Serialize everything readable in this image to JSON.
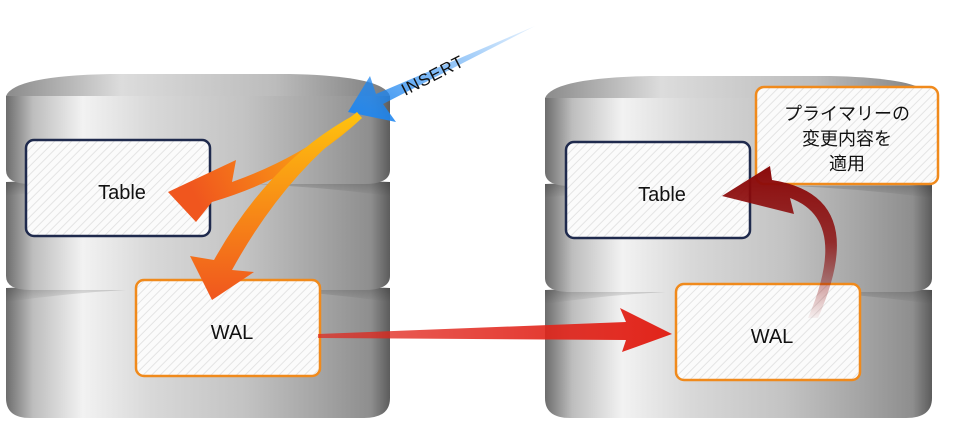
{
  "primary": {
    "table_label": "Table",
    "wal_label": "WAL",
    "insert_label": "INSERT"
  },
  "standby": {
    "table_label": "Table",
    "wal_label": "WAL",
    "note_lines": [
      "プライマリーの",
      "変更内容を",
      "適用"
    ]
  },
  "colors": {
    "table_border": "#1f2a4d",
    "wal_border": "#f08a1c",
    "insert_arrow": "#1e86f0",
    "flow_start": "#ffc20e",
    "flow_end": "#f0561e",
    "replication_arrow": "#e1241a",
    "apply_arrow": "#8b0a0a",
    "note_border": "#f08a1c"
  }
}
